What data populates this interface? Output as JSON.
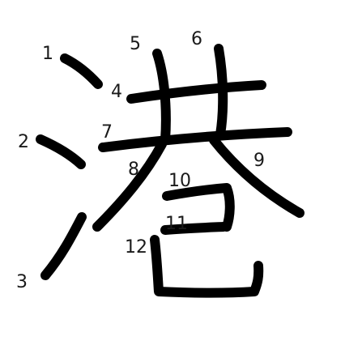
{
  "character": "港",
  "stroke_color": "#000000",
  "label_color": "#1a1a1a",
  "stroke_numbers": [
    "1",
    "2",
    "3",
    "4",
    "5",
    "6",
    "7",
    "8",
    "9",
    "10",
    "11",
    "12"
  ]
}
